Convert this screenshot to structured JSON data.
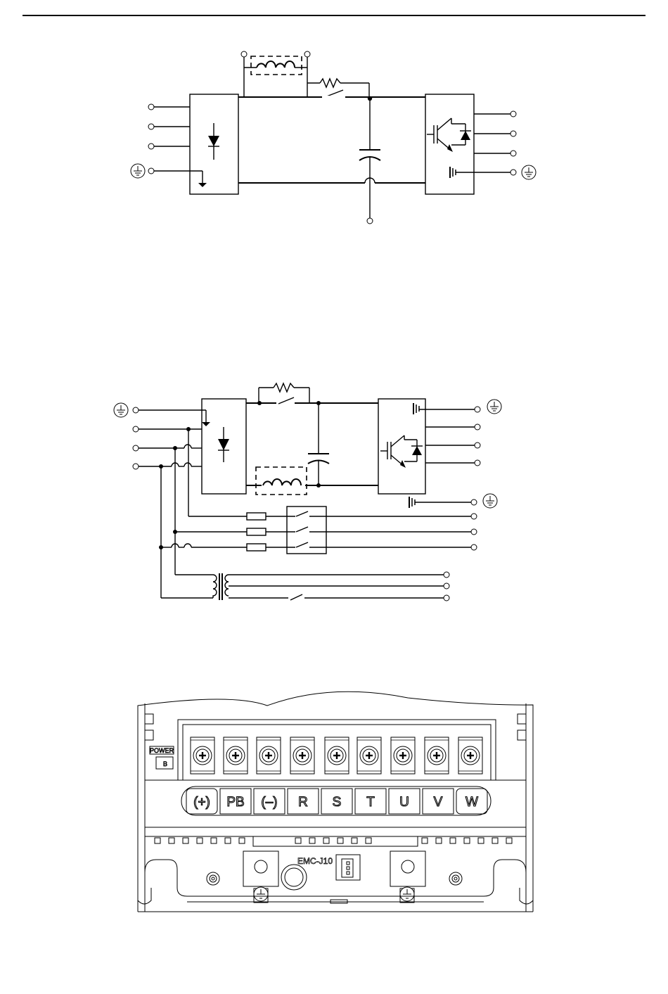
{
  "terminal_block": {
    "labels": [
      "(+)",
      "PB",
      "(–)",
      "R",
      "S",
      "T",
      "U",
      "V",
      "W"
    ],
    "power_label": "POWER",
    "led_label": "B",
    "emc_label": "EMC-J10"
  },
  "icons": [
    "ground-icon",
    "screw-terminal-icon",
    "diode-icon",
    "igbt-icon",
    "capacitor-icon",
    "inductor-icon",
    "resistor-icon",
    "transformer-icon",
    "fuse-icon"
  ]
}
